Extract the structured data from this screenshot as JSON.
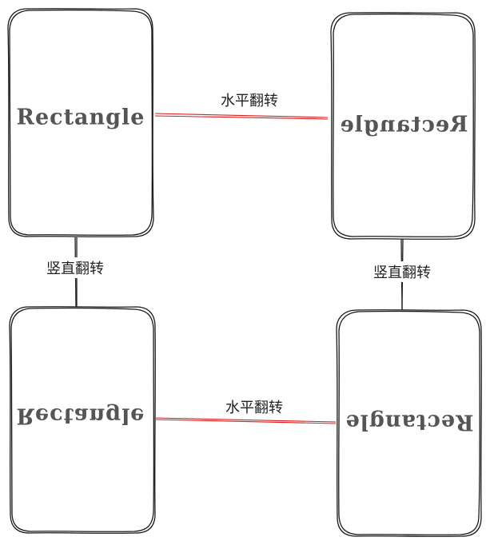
{
  "nodes": [
    {
      "id": "top-left",
      "label": "Rectangle",
      "flip": "none"
    },
    {
      "id": "top-right",
      "label": "Rectangle",
      "flip": "horizontal"
    },
    {
      "id": "bottom-left",
      "label": "Rectangle",
      "flip": "vertical"
    },
    {
      "id": "bottom-right",
      "label": "Rectangle",
      "flip": "both"
    }
  ],
  "edges": [
    {
      "id": "top",
      "label": "水平翻转",
      "color": "#d81e1e"
    },
    {
      "id": "left",
      "label": "竖直翻转",
      "color": "#222222"
    },
    {
      "id": "right",
      "label": "竖直翻转",
      "color": "#222222"
    },
    {
      "id": "bottom",
      "label": "水平翻转",
      "color": "#d81e1e"
    }
  ]
}
